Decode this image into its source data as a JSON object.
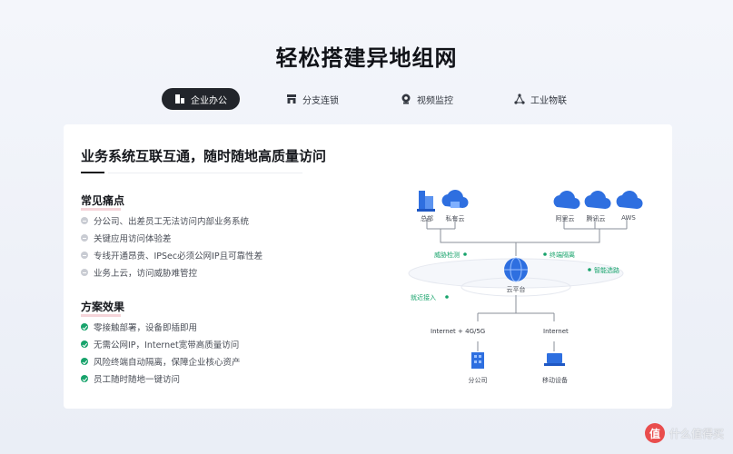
{
  "page_title": "轻松搭建异地组网",
  "tabs": [
    {
      "label": "企业办公",
      "icon": "building-icon",
      "active": true
    },
    {
      "label": "分支连锁",
      "icon": "store-icon",
      "active": false
    },
    {
      "label": "视频监控",
      "icon": "camera-icon",
      "active": false
    },
    {
      "label": "工业物联",
      "icon": "network-icon",
      "active": false
    }
  ],
  "card": {
    "title": "业务系统互联互通，随时随地高质量访问",
    "pain_points": {
      "heading": "常见痛点",
      "items": [
        "分公司、出差员工无法访问内部业务系统",
        "关键应用访问体验差",
        "专线开通昂贵、IPSec必须公网IP且可靠性差",
        "业务上云，访问威胁难管控"
      ]
    },
    "effects": {
      "heading": "方案效果",
      "items": [
        "零接触部署，设备即插即用",
        "无需公网IP，Internet宽带高质量访问",
        "风险终端自动隔离，保障企业核心资产",
        "员工随时随地一键访问"
      ]
    }
  },
  "diagram": {
    "nodes": {
      "hq": "总部",
      "private_cloud": "私有云",
      "aliyun": "阿里云",
      "tencent": "腾讯云",
      "aws": "AWS",
      "cloud_platform": "云平台",
      "branch": "分公司",
      "mobile": "移动设备"
    },
    "flows": {
      "threat_detection": "威胁检测",
      "terminal_isolation": "终端隔离",
      "smart_routing": "智能选路",
      "nearby_access": "就近接入"
    },
    "connections": {
      "branch_link": "Internet + 4G/5G",
      "mobile_link": "Internet"
    }
  },
  "colors": {
    "accent_green": "#17a36b",
    "icon_blue": "#2e6fe0",
    "tab_active_bg": "#22252b"
  },
  "watermark": {
    "logo": "值",
    "text": "什么值得买"
  }
}
